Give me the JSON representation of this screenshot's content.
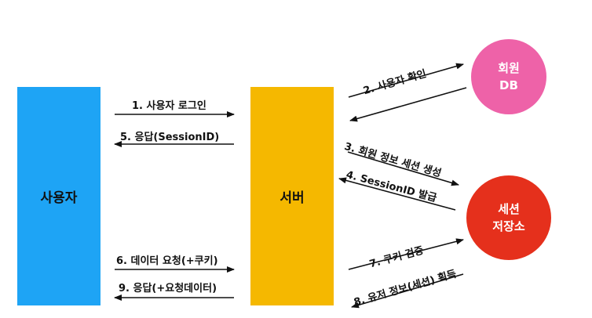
{
  "nodes": {
    "user": "사용자",
    "server": "서버",
    "member_db_line1": "회원",
    "member_db_line2": "DB",
    "session_store_line1": "세션",
    "session_store_line2": "저장소"
  },
  "steps": {
    "s1": "1. 사용자 로그인",
    "s2": "2. 사용자 확인",
    "s3": "3. 회원 정보 세션 생성",
    "s4": "4. SessionID 발급",
    "s5": "5. 응답(SessionID)",
    "s6": "6. 데이터 요청(+쿠키)",
    "s7": "7. 쿠키 검증",
    "s8": "8. 유저 정보(세션) 획득",
    "s9": "9. 응답(+요청데이터)"
  },
  "colors": {
    "user_box": "#1EA4F5",
    "server_box": "#F5B800",
    "member_db": "#EE62A8",
    "session_store": "#E5301C"
  }
}
